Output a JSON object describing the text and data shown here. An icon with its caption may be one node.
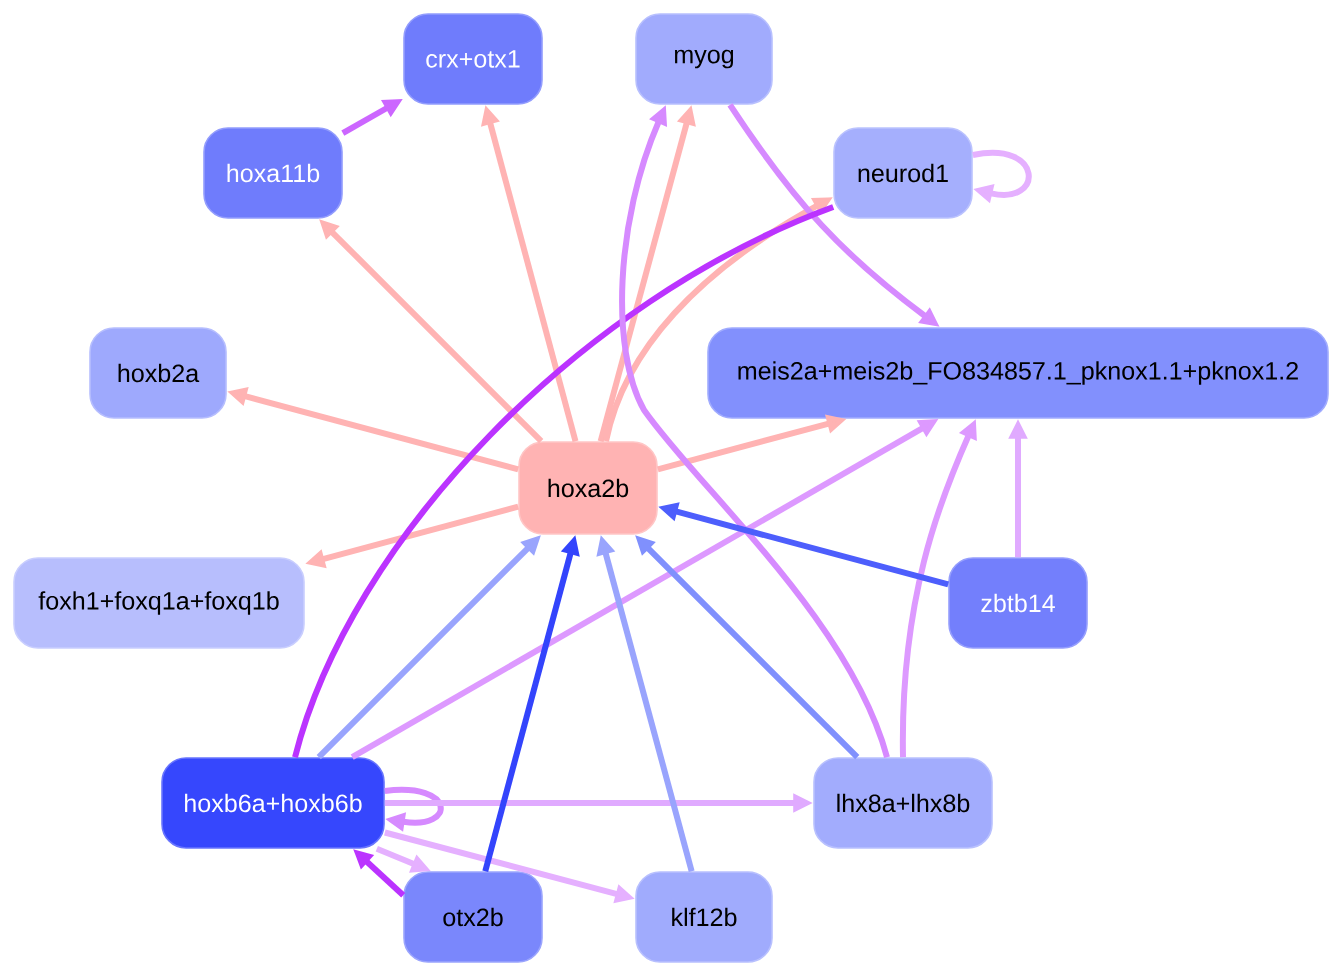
{
  "diagram": {
    "nodes": [
      {
        "text": [
          "crx+otx1"
        ]
      },
      {
        "text": [
          "myog"
        ]
      },
      {
        "text": [
          "hoxa11b"
        ]
      },
      {
        "text": [
          "neurod1"
        ]
      },
      {
        "text": [
          "hoxb2a"
        ]
      },
      {
        "text": [
          "meis2a+meis2b_FO834857.1_pknox1.1+pknox1.2"
        ]
      },
      {
        "text": [
          "hoxa2b"
        ]
      },
      {
        "text": [
          "foxh1+foxq1a+foxq1b"
        ]
      },
      {
        "text": [
          "zbtb14"
        ]
      },
      {
        "text": [
          "hoxb6a+hoxb6b"
        ]
      },
      {
        "text": [
          "lhx8a+lhx8b"
        ]
      },
      {
        "text": [
          "otx2b"
        ]
      },
      {
        "text": [
          "klf12b"
        ]
      }
    ],
    "edges": [
      {
        "from": 6,
        "to": 0,
        "arrow": "to"
      },
      {
        "from": 6,
        "to": 2,
        "arrow": "to"
      },
      {
        "from": 6,
        "to": 4,
        "arrow": "to"
      },
      {
        "from": 6,
        "to": 7,
        "arrow": "to"
      },
      {
        "from": 6,
        "to": 1,
        "arrow": "to"
      },
      {
        "from": 6,
        "to": 3,
        "arrow": "to"
      },
      {
        "from": 6,
        "to": 5,
        "arrow": "to"
      },
      {
        "from": 2,
        "to": 0,
        "arrow": "to",
        "color": "#cc66ff"
      },
      {
        "from": 1,
        "to": 5,
        "arrow": "to",
        "color": "#d68aff"
      },
      {
        "from": 3,
        "to": 3,
        "arrow": "to",
        "color": "#e5b0ff"
      },
      {
        "from": 9,
        "to": 3,
        "arrow": "none",
        "color": "#bb33ff"
      },
      {
        "from": 9,
        "to": 9,
        "arrow": "to",
        "color": "#d68aff"
      },
      {
        "from": 9,
        "to": 10,
        "arrow": "to",
        "color": "#e0aaff"
      },
      {
        "from": 9,
        "to": 12,
        "arrow": "to",
        "color": "#e5b0ff"
      },
      {
        "from": 9,
        "to": 11,
        "arrow": "to",
        "color": "#e5b0ff"
      },
      {
        "from": 11,
        "to": 9,
        "arrow": "to",
        "color": "#bb33ff"
      },
      {
        "from": 9,
        "to": 6,
        "arrow": "to",
        "color": "#99a4fd"
      },
      {
        "from": 9,
        "to": 5,
        "arrow": "to",
        "color": "#dd99ff"
      },
      {
        "from": 11,
        "to": 6,
        "arrow": "to",
        "color": "#3344fc"
      },
      {
        "from": 12,
        "to": 6,
        "arrow": "to",
        "color": "#99a4fd"
      },
      {
        "from": 10,
        "to": 6,
        "arrow": "to",
        "color": "#8090fd"
      },
      {
        "from": 10,
        "to": 1,
        "arrow": "to",
        "color": "#d68aff"
      },
      {
        "from": 10,
        "to": 5,
        "arrow": "to",
        "color": "#dd99ff"
      },
      {
        "from": 8,
        "to": 5,
        "arrow": "to",
        "color": "#e0aaff"
      },
      {
        "from": 8,
        "to": 6,
        "arrow": "to",
        "color": "#4d5efc"
      }
    ]
  }
}
